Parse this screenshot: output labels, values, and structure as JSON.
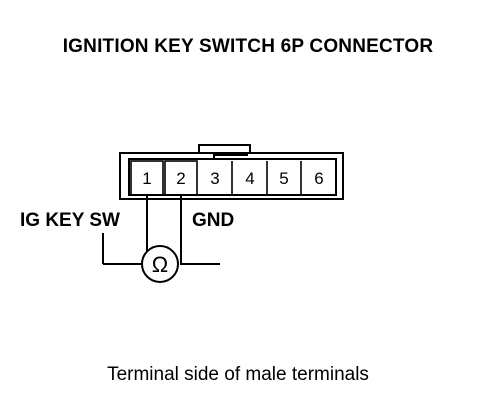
{
  "title": "IGNITION KEY SWITCH 6P CONNECTOR",
  "connector": {
    "pins": [
      "1",
      "2",
      "3",
      "4",
      "5",
      "6"
    ]
  },
  "labels": {
    "left_wire": "IG KEY SW",
    "right_wire": "GND"
  },
  "meter": {
    "symbol": "Ω",
    "icon": "ohmmeter-icon"
  },
  "caption": "Terminal side of male terminals"
}
